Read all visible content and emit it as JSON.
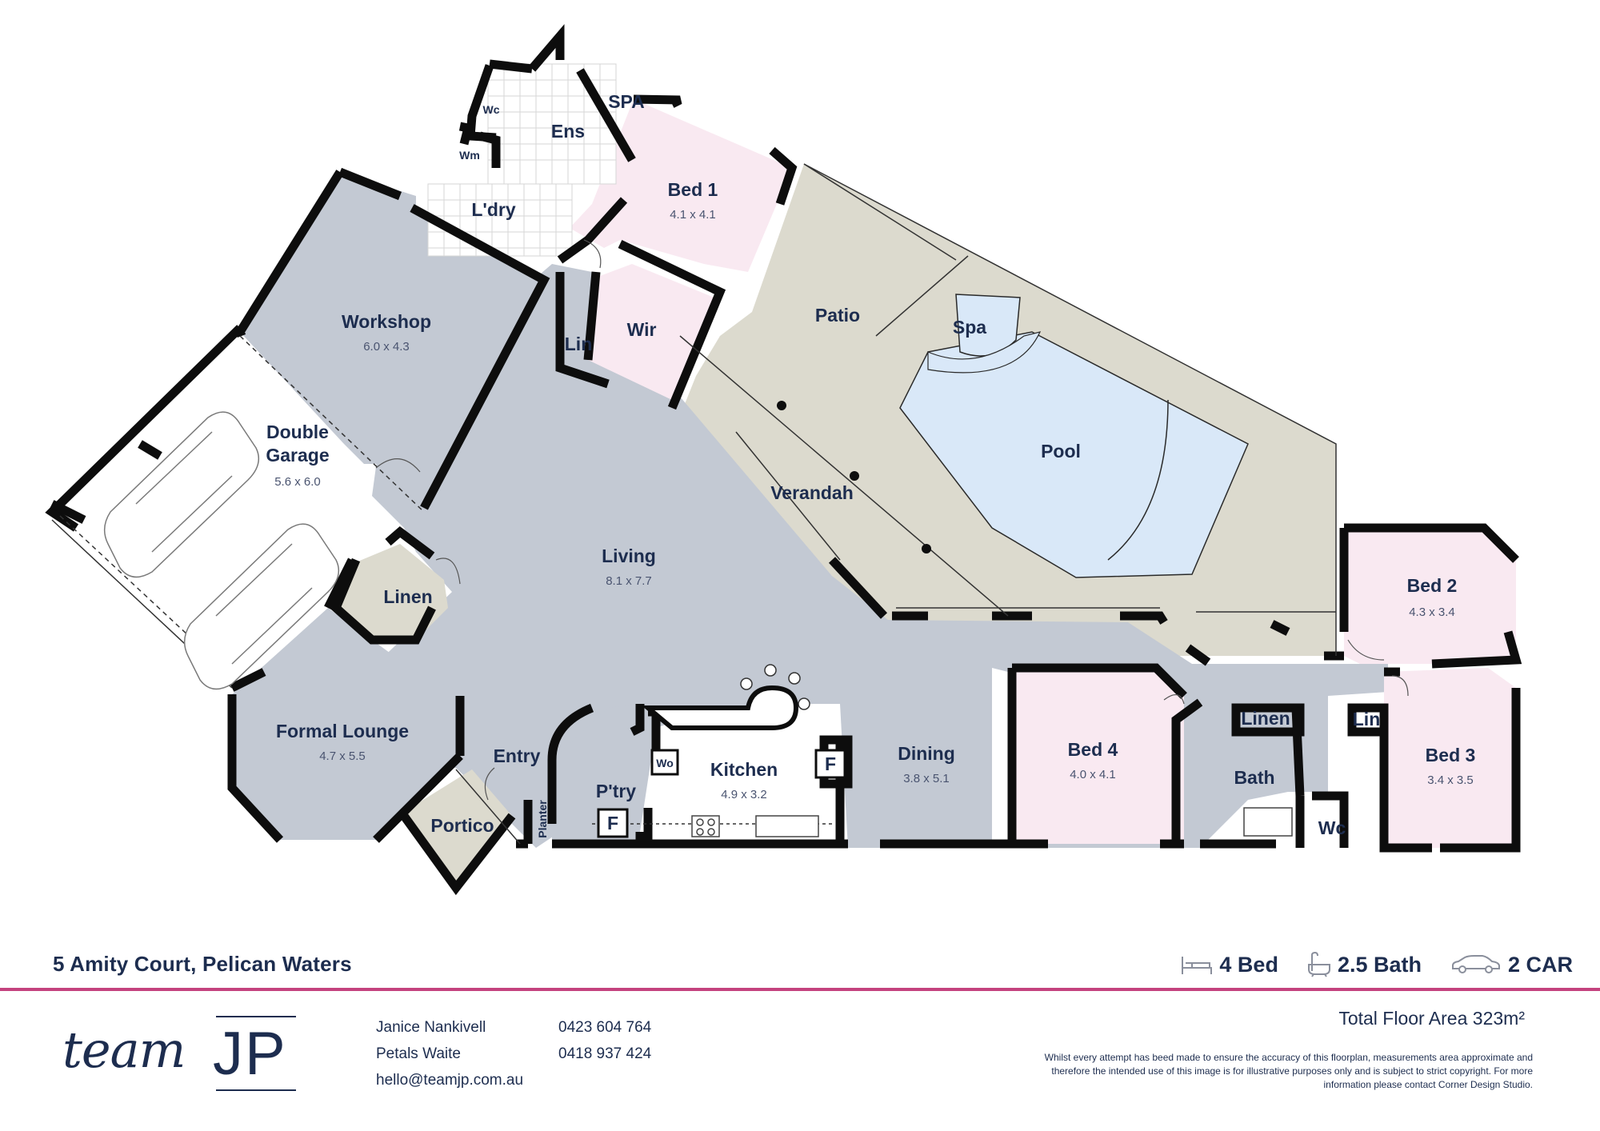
{
  "floorplan": {
    "rooms": [
      {
        "name": "Bed 1",
        "dims": "4.1  x 4.1"
      },
      {
        "name": "Workshop",
        "dims": "6.0  x 4.3"
      },
      {
        "name": "Double",
        "name2": "Garage",
        "dims": "5.6  x 6.0"
      },
      {
        "name": "Living",
        "dims": "8.1 x 7.7"
      },
      {
        "name": "Formal Lounge",
        "dims": "4.7  x 5.5"
      },
      {
        "name": "Kitchen",
        "dims": "4.9  x 3.2"
      },
      {
        "name": "Dining",
        "dims": "3.8  x 5.1"
      },
      {
        "name": "Bed 4",
        "dims": "4.0  x 4.1"
      },
      {
        "name": "Bed 2",
        "dims": "4.3  x 3.4"
      },
      {
        "name": "Bed 3",
        "dims": "3.4  x 3.5"
      }
    ],
    "labels": {
      "spa_top": "SPA",
      "ens": "Ens",
      "wc_top": "Wc",
      "wm": "Wm",
      "ldry": "L'dry",
      "wir": "Wir",
      "lin_top": "Lin",
      "patio": "Patio",
      "spa": "Spa",
      "pool": "Pool",
      "verandah": "Verandah",
      "linen_left": "Linen",
      "entry": "Entry",
      "portico": "Portico",
      "planter": "Planter",
      "pantry": "P'try",
      "wo": "Wo",
      "fridge1": "F",
      "fridge2": "F",
      "linen_right": "Linen",
      "bath": "Bath",
      "wc_right": "Wc",
      "lin_right": "Lin"
    }
  },
  "footer": {
    "address": "5 Amity Court, Pelican Waters",
    "beds": "4 Bed",
    "baths": "2.5 Bath",
    "cars": "2 CAR",
    "logo_script": "team",
    "logo_letters": "JP",
    "agent1_name": "Janice Nankivell",
    "agent1_phone": "0423 604 764",
    "agent2_name": "Petals Waite",
    "agent2_phone": "0418 937 424",
    "email": "hello@teamjp.com.au",
    "total_area_label": "Total Floor Area",
    "total_area_value": "323m²",
    "disclaimer": "Whilst every attempt has beed made to ensure the accuracy of this floorplan, measurements area approximate and therefore the intended use of this image is for illustrative purposes only and is subject to strict copyright. For more information please contact Corner Design Studio."
  },
  "colors": {
    "interior": "#c3c9d3",
    "bedroom": "#f9e9f1",
    "outdoor": "#dcdace",
    "water": "#d9e8f8",
    "wall": "#0d0d0d",
    "text": "#1d2d4f",
    "accent": "#c4427e"
  }
}
